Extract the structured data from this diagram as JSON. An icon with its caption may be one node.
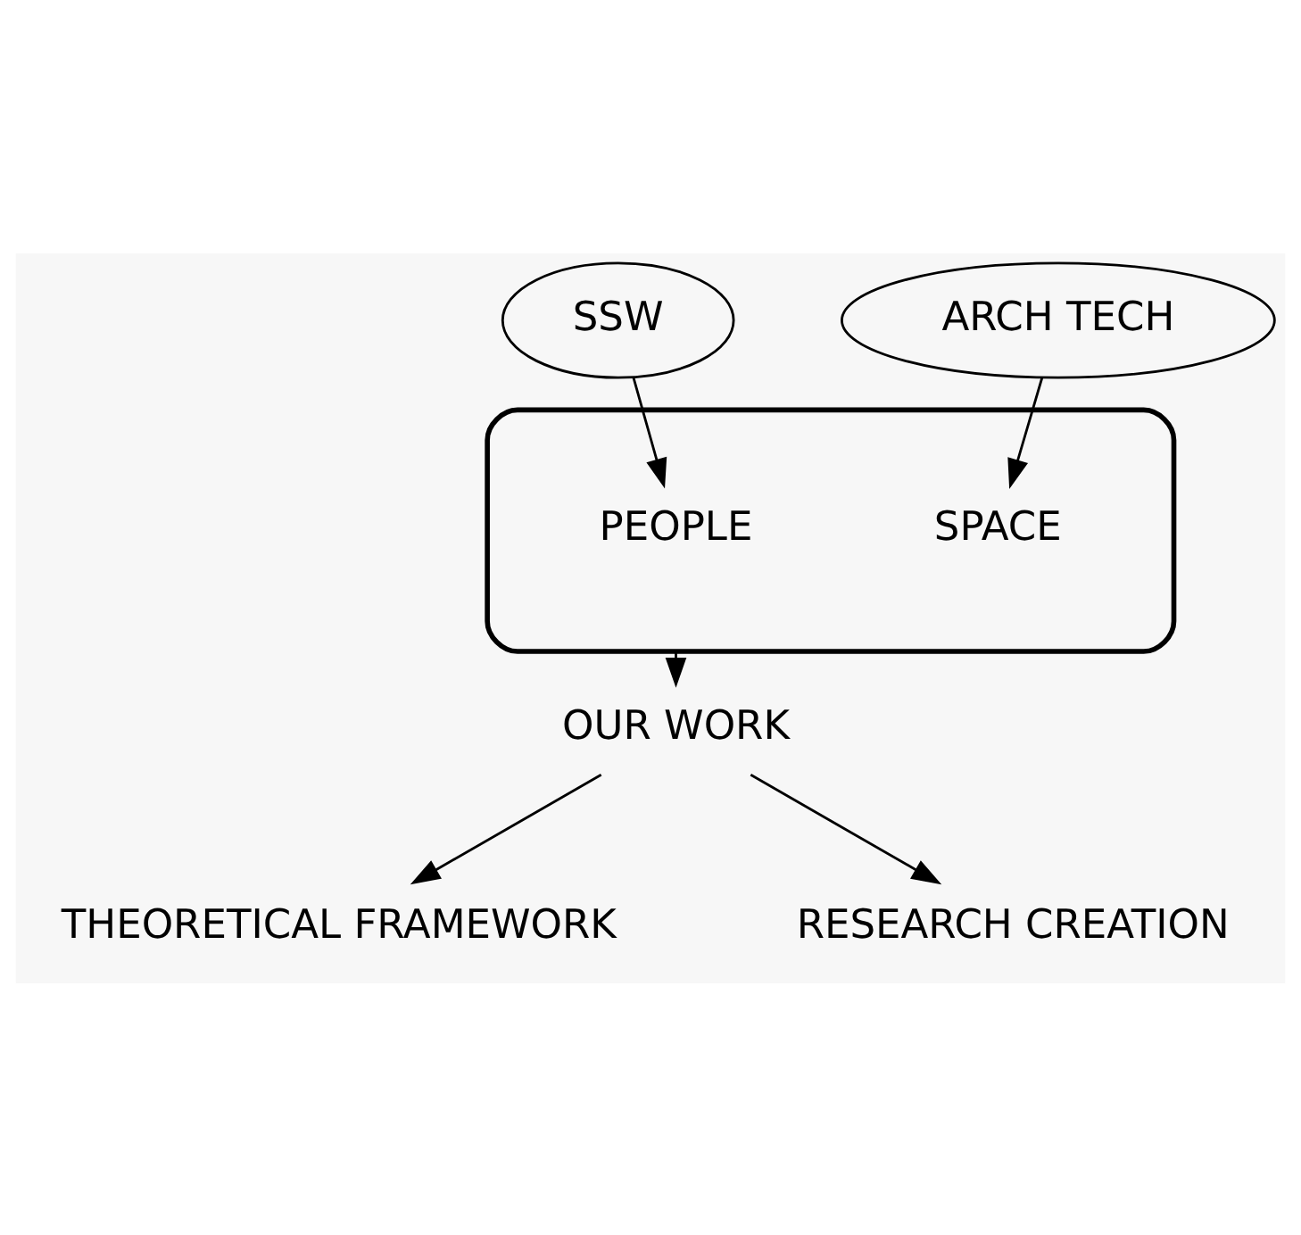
{
  "diagram": {
    "nodes": [
      {
        "text": [
          "SSW"
        ]
      },
      {
        "text": [
          "ARCH TECH"
        ]
      },
      {
        "text": [],
        "shape": "ellipse"
      },
      {
        "text": [
          "PEOPLE"
        ],
        "in": 2
      },
      {
        "text": [
          "SPACE"
        ],
        "in": 2
      },
      {
        "text": [
          "OUR WORK"
        ]
      },
      {
        "text": [
          "THEORETICAL FRAMEWORK"
        ]
      },
      {
        "text": [
          "RESEARCH CREATION"
        ]
      }
    ],
    "edges": [
      {
        "from": 0,
        "to": 3,
        "arrow": "to"
      },
      {
        "from": 1,
        "to": 4,
        "arrow": "to"
      },
      {
        "from": 2,
        "to": 5,
        "arrow": "to"
      },
      {
        "from": 5,
        "to": 6,
        "arrow": "to"
      },
      {
        "from": 5,
        "to": 7,
        "arrow": "to"
      }
    ]
  }
}
